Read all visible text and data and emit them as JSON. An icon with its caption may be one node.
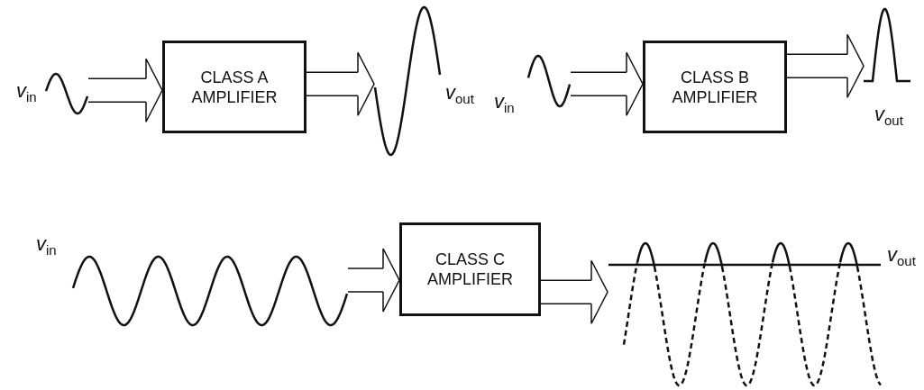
{
  "diagram": {
    "nodes": [
      {
        "text": [],
        "shape": "picture",
        "beside": [
          "*v*$_{in}$"
        ]
      },
      {
        "text": [
          "CLASS A AMPLIFIER"
        ]
      },
      {
        "text": [],
        "shape": "picture",
        "beside": [
          "*v*$_{out}$"
        ]
      },
      {
        "text": [],
        "shape": "picture",
        "beside": [
          "*v*$_{in}$"
        ]
      },
      {
        "text": [
          "CLASS B AMPLIFIER"
        ]
      },
      {
        "text": [],
        "shape": "picture",
        "beside": [
          "*v*$_{out}$"
        ]
      },
      {
        "text": [],
        "shape": "picture",
        "beside": [
          "*v*$_{in}$"
        ]
      },
      {
        "text": [
          "CLASS C AMPLIFIER"
        ]
      },
      {
        "text": [],
        "shape": "picture",
        "beside": [
          "*v*$_{out}$"
        ]
      }
    ],
    "edges": [
      {
        "from": 0,
        "to": 1,
        "arrow": "to"
      },
      {
        "from": 1,
        "to": 2,
        "arrow": "to"
      },
      {
        "from": 3,
        "to": 4,
        "arrow": "to"
      },
      {
        "from": 4,
        "to": 5,
        "arrow": "to"
      },
      {
        "from": 6,
        "to": 7,
        "arrow": "to"
      },
      {
        "from": 7,
        "to": 8,
        "arrow": "to"
      }
    ]
  }
}
